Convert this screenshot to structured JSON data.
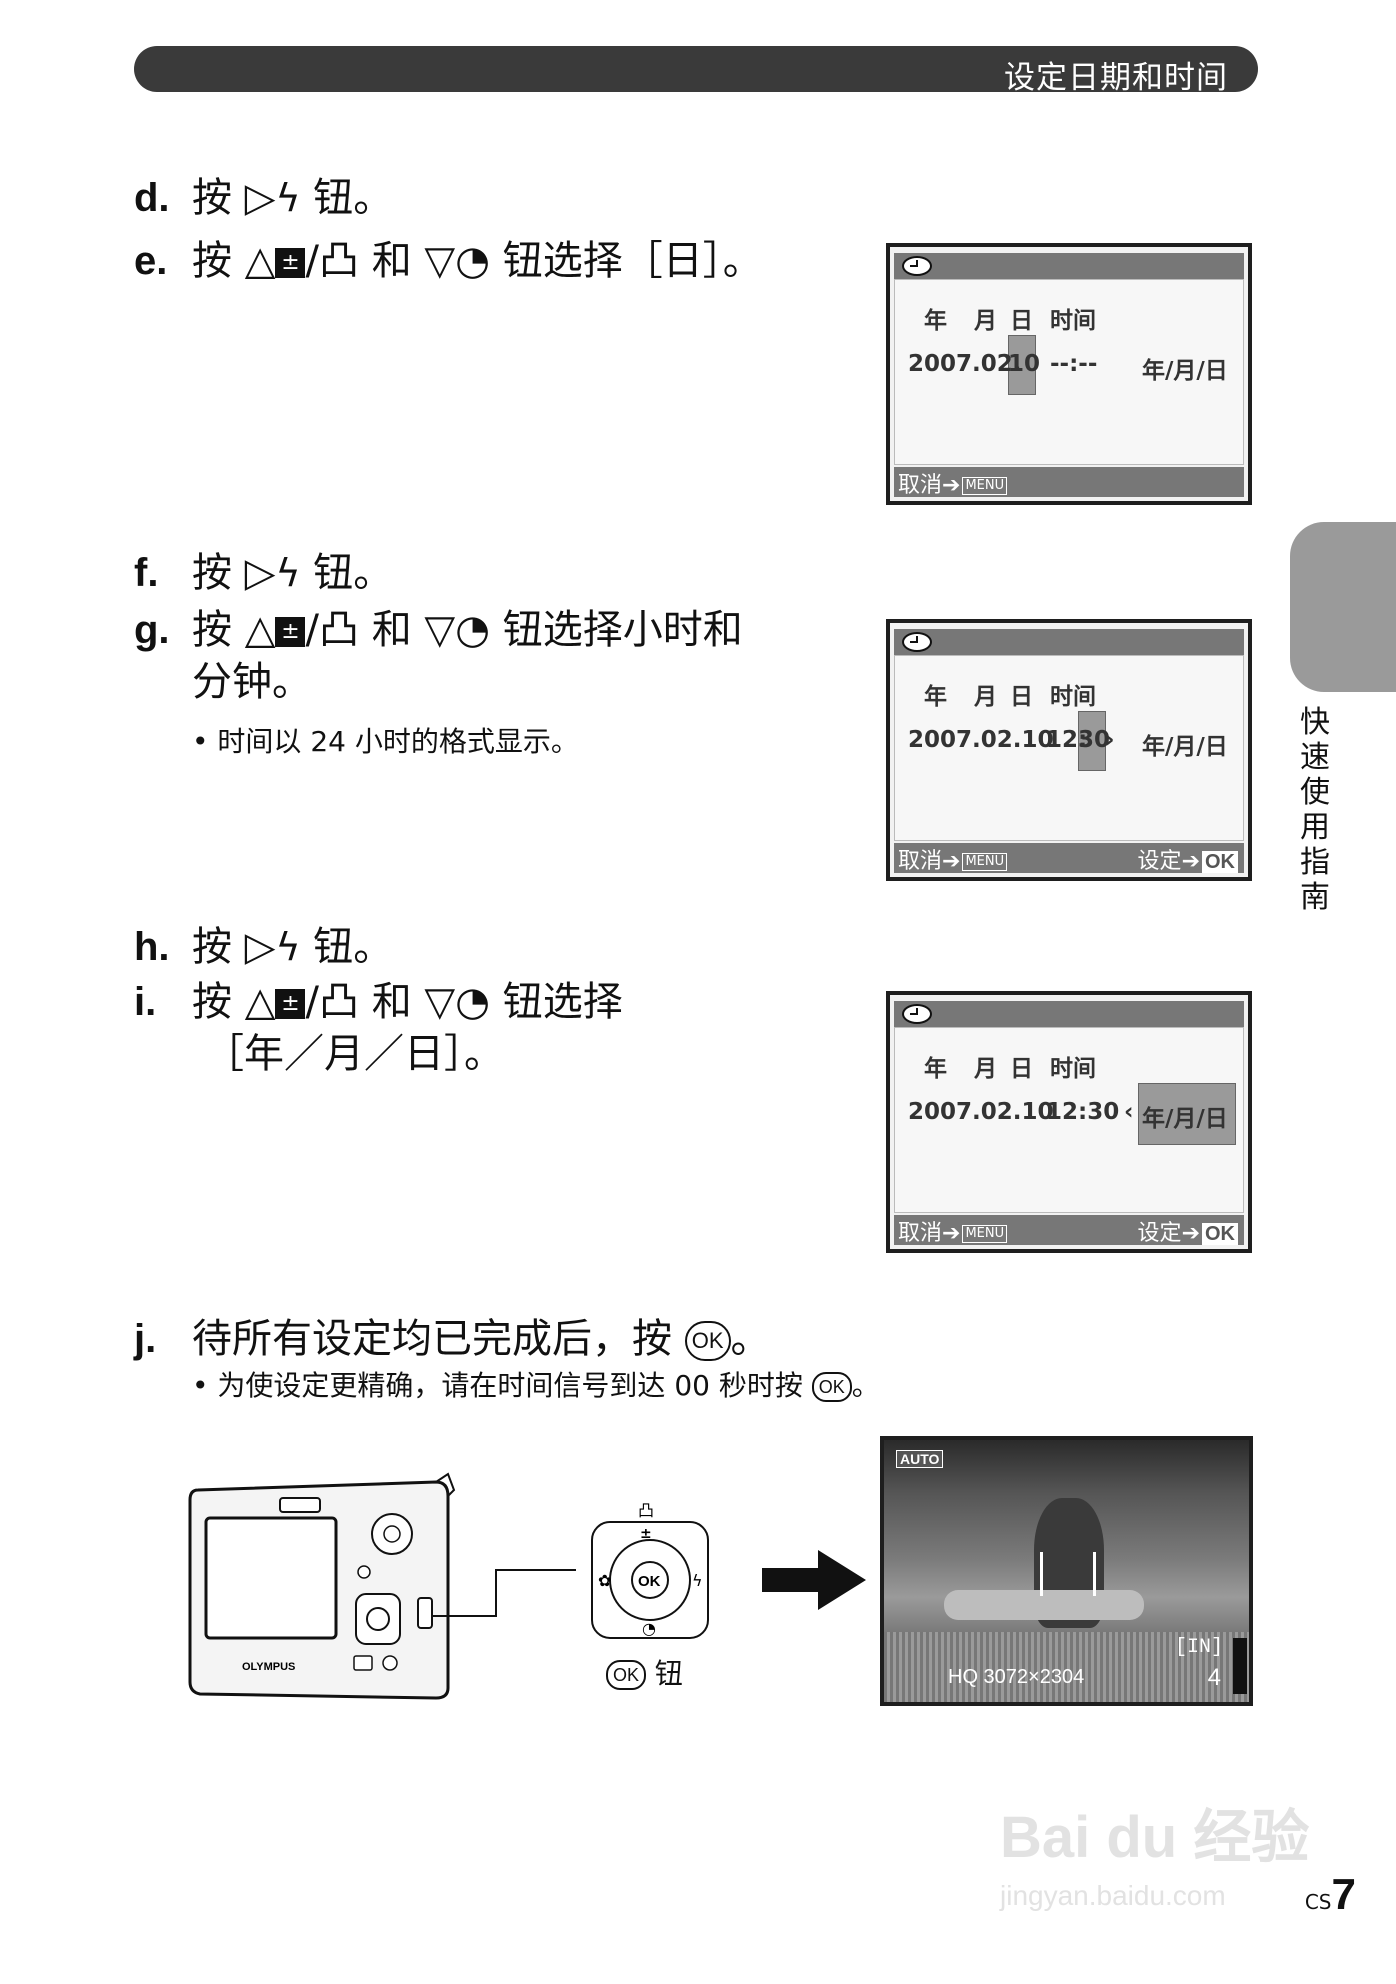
{
  "header": {
    "title": "设定日期和时间"
  },
  "steps": {
    "d": {
      "letter": "d.",
      "pre": "按",
      "post": "钮。"
    },
    "e": {
      "letter": "e.",
      "pre": "按",
      "and": "和",
      "post": "钮选择［日］。"
    },
    "f": {
      "letter": "f.",
      "pre": "按",
      "post": "钮。"
    },
    "g": {
      "letter": "g.",
      "pre": "按",
      "and": "和",
      "post": "钮选择小时和",
      "line2": "分钟。",
      "bullet": "时间以 24 小时的格式显示。"
    },
    "h": {
      "letter": "h.",
      "pre": "按",
      "post": "钮。"
    },
    "i": {
      "letter": "i.",
      "pre": "按",
      "and": "和",
      "post": "钮选择",
      "line2": "［年／月／日］。"
    },
    "j": {
      "letter": "j.",
      "text": "待所有设定均已完成后，按",
      "ok": "OK",
      "end": "。",
      "bullet_pre": "为使设定更精确，请在时间信号到达 00 秒时按",
      "bullet_end": "。"
    }
  },
  "screens": {
    "labels": {
      "year": "年",
      "month": "月",
      "day": "日",
      "time": "时间"
    },
    "s1": {
      "date_prefix": "2007.02.",
      "date_sel": "10",
      "time": "--:--",
      "format": "年/月/日",
      "cancel": "取消",
      "menu": "MENU"
    },
    "s2": {
      "date": "2007.02.10",
      "time_prefix": "12:",
      "time_sel": "30",
      "format": "年/月/日",
      "cancel": "取消",
      "menu": "MENU",
      "set": "设定",
      "ok": "OK"
    },
    "s3": {
      "date": "2007.02.10",
      "time": "12:30",
      "format": "年/月/日",
      "cancel": "取消",
      "menu": "MENU",
      "set": "设定",
      "ok": "OK"
    }
  },
  "illustration": {
    "brand": "OLYMPUS",
    "ok_label": "OK",
    "ok_caption": "钮",
    "photo": {
      "mode": "AUTO",
      "memory": "[IN]",
      "quality": "HQ 3072×2304",
      "shots": "4"
    }
  },
  "side": {
    "label": "快速使用指南"
  },
  "watermark": {
    "logo": "Bai du 经验",
    "url": "jingyan.baidu.com"
  },
  "page": {
    "lang": "CS",
    "number": "7"
  }
}
